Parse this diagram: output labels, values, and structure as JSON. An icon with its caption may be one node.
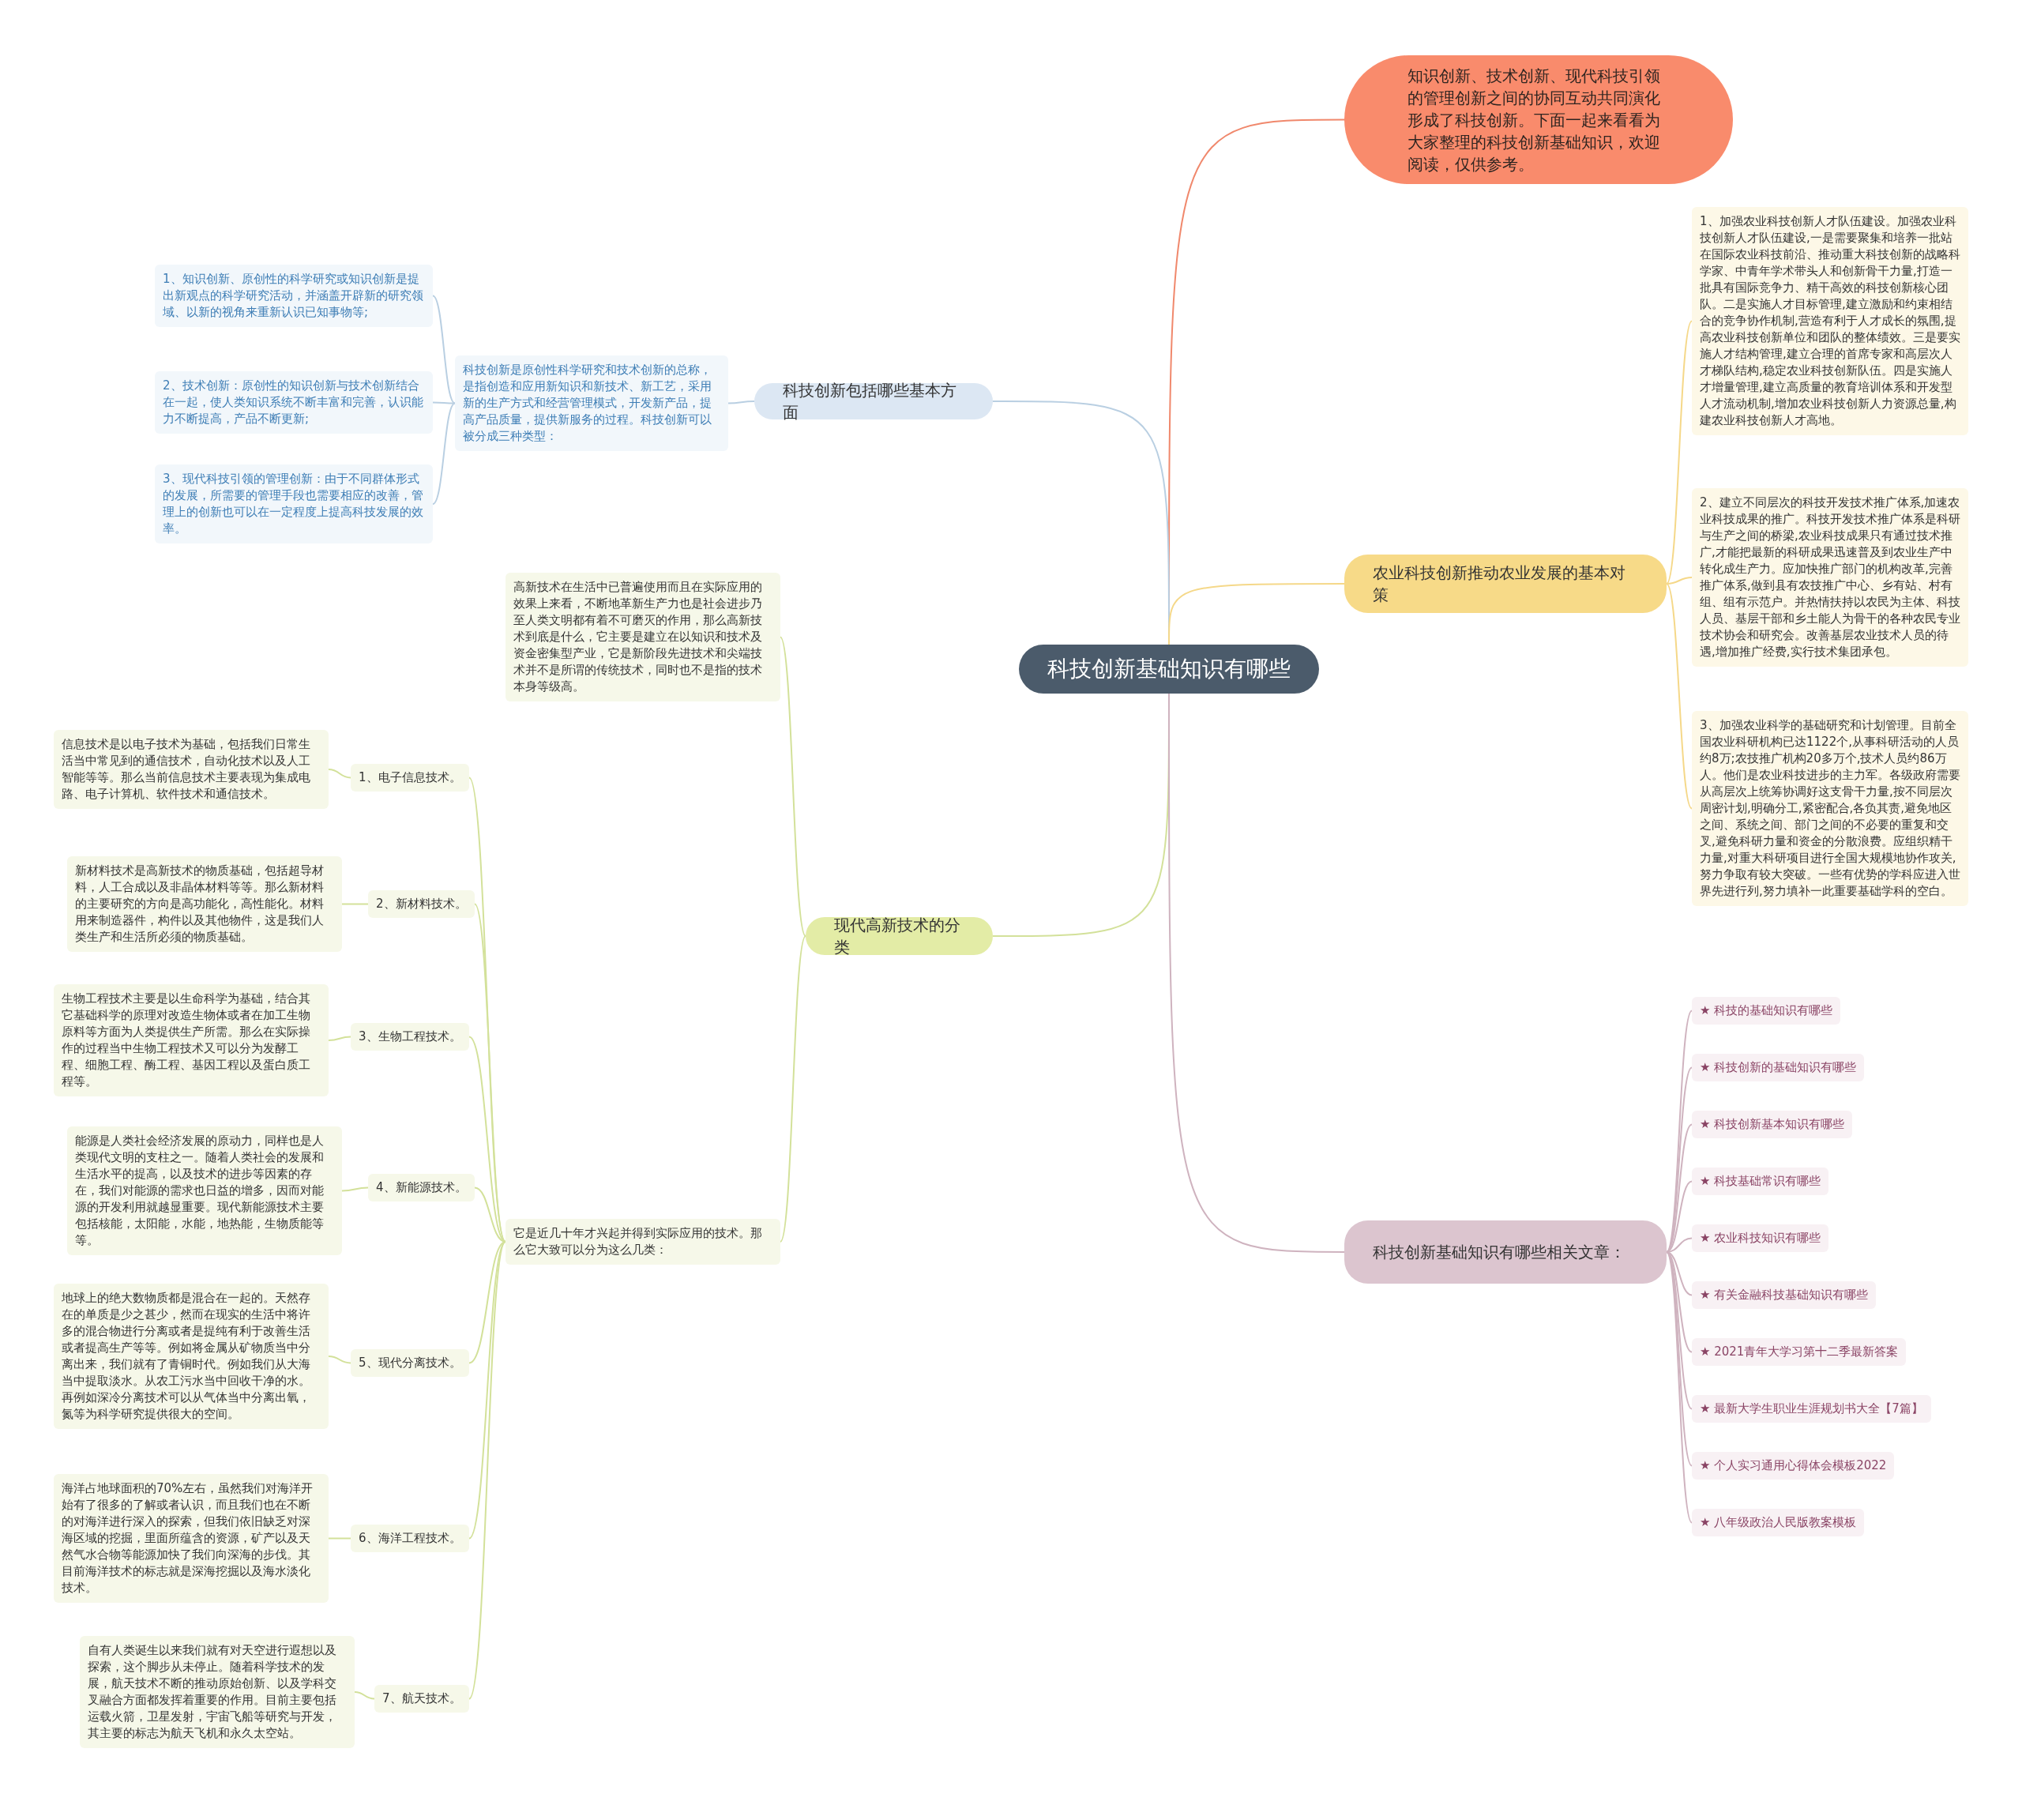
{
  "diagram": {
    "nodes": [
      {
        "text": [
          "科技创新基础知识有哪些"
        ]
      },
      {
        "text": [
          "知识创新、技术创新、现代科技引领的管理创新之间的协同互动共同演化形成了科技创新。下面一起来看看为大家整理的科技创新基础知识，欢迎阅读，仅供参考。"
        ]
      },
      {
        "text": [
          "科技创新包括哪些基本方面"
        ]
      },
      {
        "text": [
          "科技创新是原创性科学研究和技术创新的总称，是指创造和应用新知识和新技术、新工艺，采用新的生产方式和经营管理模式，开发新产品，提高产品质量，提供新服务的过程。科技创新可以被分成三种类型："
        ]
      },
      {
        "text": [
          "1、知识创新、原创性的科学研究或知识创新是提出新观点的科学研究活动，并涵盖开辟新的研究领域、以新的视角来重新认识已知事物等;"
        ]
      },
      {
        "text": [
          "2、技术创新：原创性的知识创新与技术创新结合在一起，使人类知识系统不断丰富和完善，认识能力不断提高，产品不断更新;"
        ]
      },
      {
        "text": [
          "3、现代科技引领的管理创新：由于不同群体形式的发展，所需要的管理手段也需要相应的改善，管理上的创新也可以在一定程度上提高科技发展的效率。"
        ]
      },
      {
        "text": [
          "农业科技创新推动农业发展的基本对策"
        ]
      },
      {
        "text": [
          "1、加强农业科技创新人才队伍建设。加强农业科技创新人才队伍建设,一是需要聚集和培养一批站在国际农业科技前沿、推动重大科技创新的战略科学家、中青年学术带头人和创新骨干力量,打造一批具有国际竞争力、精干高效的科技创新核心团队。二是实施人才目标管理,建立激励和约束相结合的竞争协作机制,营造有利于人才成长的氛围,提高农业科技创新单位和团队的整体绩效。三是要实施人才结构管理,建立合理的首席专家和高层次人才梯队结构,稳定农业科技创新队伍。四是实施人才增量管理,建立高质量的教育培训体系和开发型人才流动机制,增加农业科技创新人力资源总量,构建农业科技创新人才高地。"
        ]
      },
      {
        "text": [
          "2、建立不同层次的科技开发技术推广体系,加速农业科技成果的推广。科技开发技术推广体系是科研与生产之间的桥梁,农业科技成果只有通过技术推广,才能把最新的科研成果迅速普及到农业生产中转化成生产力。应加快推广部门的机构改革,完善推广体系,做到县有农技推广中心、乡有站、村有组、组有示范户。并热情扶持以农民为主体、科技人员、基层干部和乡土能人为骨干的各种农民专业技术协会和研究会。改善基层农业技术人员的待遇,增加推广经费,实行技术集团承包。"
        ]
      },
      {
        "text": [
          "3、加强农业科学的基础研究和计划管理。目前全国农业科研机构已达1122个,从事科研活动的人员约8万;农技推广机构20多万个,技术人员约86万人。他们是农业科技进步的主力军。各级政府需要从高层次上统筹协调好这支骨干力量,按不同层次周密计划,明确分工,紧密配合,各负其责,避免地区之间、系统之间、部门之间的不必要的重复和交叉,避免科研力量和资金的分散浪费。应组织精干力量,对重大科研项目进行全国大规模地协作攻关,努力争取有较大突破。一些有优势的学科应进入世界先进行列,努力填补一此重要基础学科的空白。"
        ]
      },
      {
        "text": [
          "现代高新技术的分类"
        ]
      },
      {
        "text": [
          "高新技术在生活中已普遍使用而且在实际应用的效果上来看，不断地革新生产力也是社会进步乃至人类文明都有着不可磨灭的作用，那么高新技术到底是什么，它主要是建立在以知识和技术及资金密集型产业，它是新阶段先进技术和尖端技术并不是所谓的传统技术，同时也不是指的技术本身等级高。"
        ]
      },
      {
        "text": [
          "它是近几十年才兴起并得到实际应用的技术。那么它大致可以分为这么几类："
        ]
      },
      {
        "text": [
          "1、电子信息技术。"
        ]
      },
      {
        "text": [
          "信息技术是以电子技术为基础，包括我们日常生活当中常见到的通信技术，自动化技术以及人工智能等等。那么当前信息技术主要表现为集成电路、电子计算机、软件技术和通信技术。"
        ]
      },
      {
        "text": [
          "2、新材料技术。"
        ]
      },
      {
        "text": [
          "新材料技术是高新技术的物质基础，包括超导材料，人工合成以及非晶体材料等等。那么新材料的主要研究的方向是高功能化，高性能化。材料用来制造器件，构件以及其他物件，这是我们人类生产和生活所必须的物质基础。"
        ]
      },
      {
        "text": [
          "3、生物工程技术。"
        ]
      },
      {
        "text": [
          "生物工程技术主要是以生命科学为基础，结合其它基础科学的原理对改造生物体或者在加工生物原料等方面为人类提供生产所需。那么在实际操作的过程当中生物工程技术又可以分为发酵工程、细胞工程、酶工程、基因工程以及蛋白质工程等。"
        ]
      },
      {
        "text": [
          "4、新能源技术。"
        ]
      },
      {
        "text": [
          "能源是人类社会经济发展的原动力，同样也是人类现代文明的支柱之一。随着人类社会的发展和生活水平的提高，以及技术的进步等因素的存在，我们对能源的需求也日益的增多，因而对能源的开发利用就越显重要。现代新能源技术主要包括核能，太阳能，水能，地热能，生物质能等等。"
        ]
      },
      {
        "text": [
          "5、现代分离技术。"
        ]
      },
      {
        "text": [
          "地球上的绝大数物质都是混合在一起的。天然存在的单质是少之甚少，然而在现实的生活中将许多的混合物进行分离或者是提纯有利于改善生活或者提高生产等等。例如将金属从矿物质当中分离出来，我们就有了青铜时代。例如我们从大海当中提取淡水。从农工污水当中回收干净的水。再例如深冷分离技术可以从气体当中分离出氧，氮等为科学研究提供很大的空间。"
        ]
      },
      {
        "text": [
          "6、海洋工程技术。"
        ]
      },
      {
        "text": [
          "海洋占地球面积的70%左右，虽然我们对海洋开始有了很多的了解或者认识，而且我们也在不断的对海洋进行深入的探索，但我们依旧缺乏对深海区域的挖掘，里面所蕴含的资源，矿产以及天然气水合物等能源加快了我们向深海的步伐。其目前海洋技术的标志就是深海挖掘以及海水淡化技术。"
        ]
      },
      {
        "text": [
          "7、航天技术。"
        ]
      },
      {
        "text": [
          "自有人类诞生以来我们就有对天空进行遐想以及探索，这个脚步从未停止。随着科学技术的发展，航天技术不断的推动原始创新、以及学科交叉融合方面都发挥着重要的作用。目前主要包括运载火箭，卫星发射，宇宙飞船等研究与开发，其主要的标志为航天飞机和永久太空站。"
        ]
      },
      {
        "text": [
          "科技创新基础知识有哪些相关文章："
        ]
      },
      {
        "text": [
          "★ 科技的基础知识有哪些"
        ]
      },
      {
        "text": [
          "★ 科技创新的基础知识有哪些"
        ]
      },
      {
        "text": [
          "★ 科技创新基本知识有哪些"
        ]
      },
      {
        "text": [
          "★ 科技基础常识有哪些"
        ]
      },
      {
        "text": [
          "★ 农业科技知识有哪些"
        ]
      },
      {
        "text": [
          "★ 有关金融科技基础知识有哪些"
        ]
      },
      {
        "text": [
          "★ 2021青年大学习第十二季最新答案"
        ]
      },
      {
        "text": [
          "★ 最新大学生职业生涯规划书大全【7篇】"
        ]
      },
      {
        "text": [
          "★ 个人实习通用心得体会模板2022"
        ]
      },
      {
        "text": [
          "★ 八年级政治人民版教案模板"
        ]
      }
    ],
    "edges": [
      {
        "from": 0,
        "to": 1,
        "arrow": "none",
        "color": "#f0886c"
      },
      {
        "from": 0,
        "to": 2,
        "arrow": "none",
        "color": "#b9cfe2"
      },
      {
        "from": 2,
        "to": 3,
        "arrow": "none",
        "color": "#b9cfe2"
      },
      {
        "from": 3,
        "to": 4,
        "arrow": "none",
        "color": "#b9cfe2"
      },
      {
        "from": 3,
        "to": 5,
        "arrow": "none",
        "color": "#b9cfe2"
      },
      {
        "from": 3,
        "to": 6,
        "arrow": "none",
        "color": "#b9cfe2"
      },
      {
        "from": 0,
        "to": 7,
        "arrow": "none",
        "color": "#f5d889"
      },
      {
        "from": 7,
        "to": 8,
        "arrow": "none",
        "color": "#f5d889"
      },
      {
        "from": 7,
        "to": 9,
        "arrow": "none",
        "color": "#f5d889"
      },
      {
        "from": 7,
        "to": 10,
        "arrow": "none",
        "color": "#f5d889"
      },
      {
        "from": 0,
        "to": 11,
        "arrow": "none"
      },
      {
        "from": 11,
        "to": 12,
        "arrow": "none"
      },
      {
        "from": 11,
        "to": 13,
        "arrow": "none"
      },
      {
        "from": 13,
        "to": 14,
        "arrow": "none"
      },
      {
        "from": 14,
        "to": 15,
        "arrow": "none"
      },
      {
        "from": 13,
        "to": 16,
        "arrow": "none"
      },
      {
        "from": 16,
        "to": 17,
        "arrow": "none"
      },
      {
        "from": 13,
        "to": 18,
        "arrow": "none"
      },
      {
        "from": 18,
        "to": 19,
        "arrow": "none"
      },
      {
        "from": 13,
        "to": 20,
        "arrow": "none"
      },
      {
        "from": 20,
        "to": 21,
        "arrow": "none"
      },
      {
        "from": 13,
        "to": 22,
        "arrow": "none"
      },
      {
        "from": 22,
        "to": 23,
        "arrow": "none"
      },
      {
        "from": 13,
        "to": 24,
        "arrow": "none"
      },
      {
        "from": 24,
        "to": 25,
        "arrow": "none"
      },
      {
        "from": 13,
        "to": 26,
        "arrow": "none"
      },
      {
        "from": 26,
        "to": 27,
        "arrow": "none"
      },
      {
        "from": 0,
        "to": 28,
        "arrow": "none",
        "color": "#cfb3bf"
      },
      {
        "from": 28,
        "to": 29,
        "arrow": "none",
        "color": "#cfb3bf"
      },
      {
        "from": 28,
        "to": 30,
        "arrow": "none",
        "color": "#cfb3bf"
      },
      {
        "from": 28,
        "to": 31,
        "arrow": "none",
        "color": "#cfb3bf"
      },
      {
        "from": 28,
        "to": 32,
        "arrow": "none",
        "color": "#cfb3bf"
      },
      {
        "from": 28,
        "to": 33,
        "arrow": "none",
        "color": "#cfb3bf"
      },
      {
        "from": 28,
        "to": 34,
        "arrow": "none",
        "color": "#cfb3bf"
      },
      {
        "from": 28,
        "to": 35,
        "arrow": "none",
        "color": "#cfb3bf"
      },
      {
        "from": 28,
        "to": 36,
        "arrow": "none",
        "color": "#cfb3bf"
      },
      {
        "from": 28,
        "to": 37,
        "arrow": "none",
        "color": "#cfb3bf"
      },
      {
        "from": 28,
        "to": 38,
        "arrow": "none",
        "color": "#cfb3bf"
      }
    ]
  }
}
